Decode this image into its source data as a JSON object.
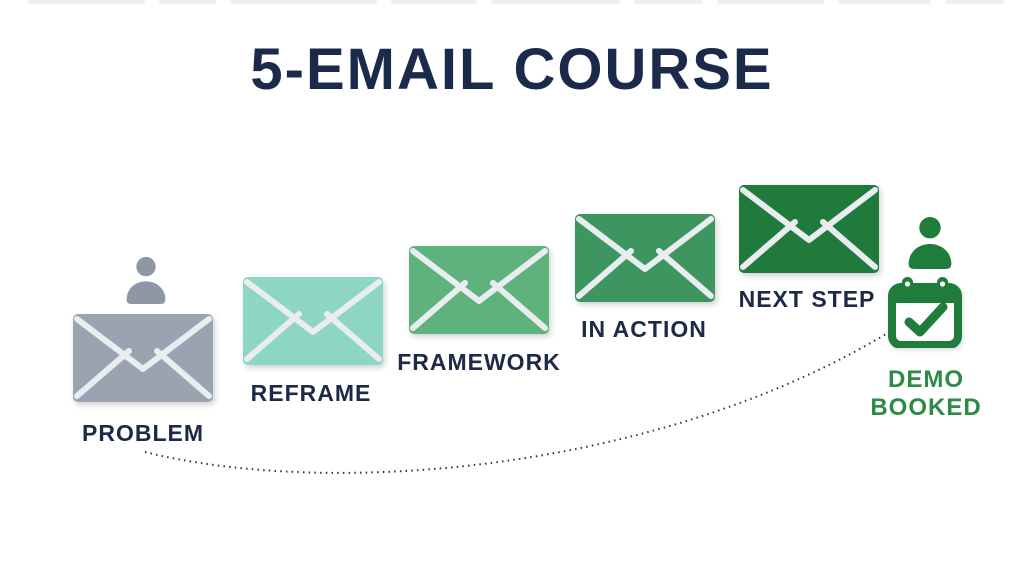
{
  "title": "5-EMAIL COURSE",
  "steps": [
    {
      "label": "PROBLEM",
      "envelope_color": "#99a3b1"
    },
    {
      "label": "REFRAME",
      "envelope_color": "#8cd6c2"
    },
    {
      "label": "FRAMEWORK",
      "envelope_color": "#5eb27c"
    },
    {
      "label": "IN ACTION",
      "envelope_color": "#3d9560"
    },
    {
      "label": "NEXT STEP",
      "envelope_color": "#1f7a3b"
    }
  ],
  "outcome": {
    "line1": "DEMO",
    "line2": "BOOKED"
  },
  "icons": {
    "sender": "person-icon",
    "step": "envelope-icon",
    "booking": "calendar-check-icon",
    "journey": "dotted-curve"
  },
  "colors": {
    "background": "#ffffff",
    "title-navy": "#1b2a4a",
    "label-navy": "#1c2a47",
    "envelope-line": "#e9edf0",
    "person-gray": "#8d97a6",
    "green": "#1f7c3a",
    "green-text": "#2d8a47",
    "curve": "#33333d",
    "artifact": "#f0f0f2"
  }
}
